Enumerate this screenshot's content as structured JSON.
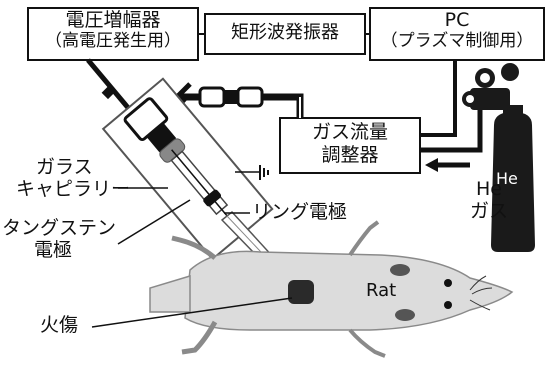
{
  "boxes": {
    "amplifier": {
      "line1": "電圧増幅器",
      "line2": "（高電圧発生用）"
    },
    "generator": {
      "line1": "矩形波発振器"
    },
    "pc": {
      "line1": "PC",
      "line2": "（プラズマ制御用）"
    },
    "flow": {
      "line1": "ガス流量",
      "line2": "調整器"
    }
  },
  "labels": {
    "glass_capillary_1": "ガラス",
    "glass_capillary_2": "キャピラリー",
    "tungsten_1": "タングステン",
    "tungsten_2": "電極",
    "ring": "リング電極",
    "he_gas_1": "He",
    "he_gas_2": "ガス",
    "he_cylinder": "He",
    "rat": "Rat",
    "burn": "火傷"
  },
  "colors": {
    "rat_body": "#dcdcdc",
    "rat_outline": "#8a8a8a",
    "cylinder": "#1a1a1a",
    "burn": "#2a2a2a",
    "line": "#111111"
  }
}
